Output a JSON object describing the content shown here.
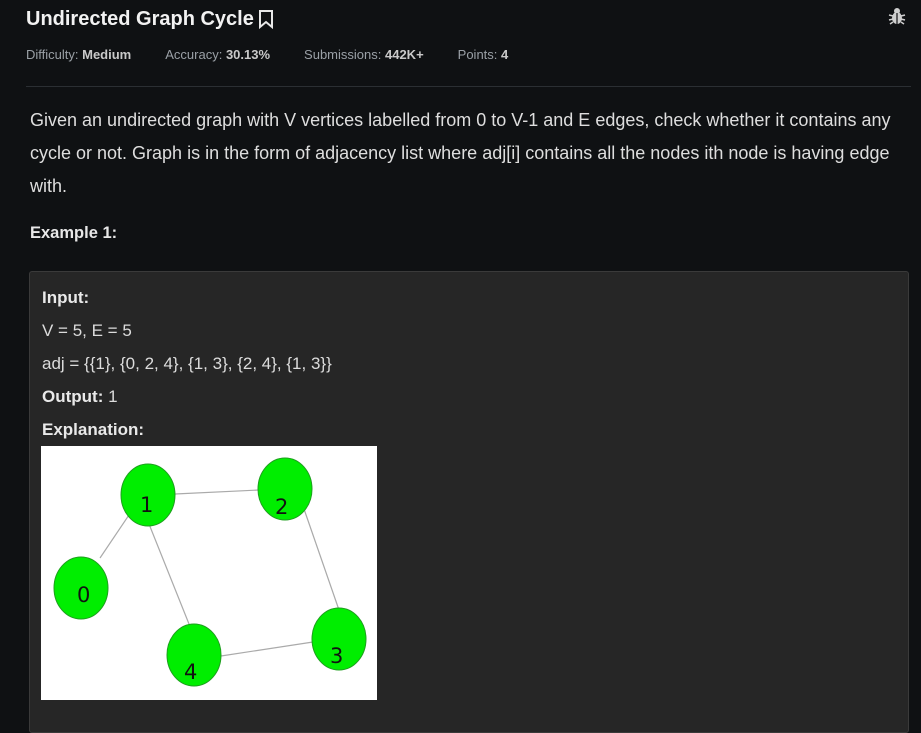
{
  "header": {
    "title": "Undirected Graph Cycle",
    "bookmark_icon": "bookmark-icon",
    "report_icon": "bug-icon"
  },
  "meta": {
    "difficulty_label": "Difficulty:",
    "difficulty_value": "Medium",
    "accuracy_label": "Accuracy:",
    "accuracy_value": "30.13%",
    "submissions_label": "Submissions:",
    "submissions_value": "442K+",
    "points_label": "Points:",
    "points_value": "4"
  },
  "problem": {
    "description": "Given an undirected graph with V vertices labelled from 0 to V-1 and E edges, check whether it contains any cycle or not. Graph is in the form of adjacency list where adj[i] contains all the nodes ith node is having edge with.",
    "example_title": "Example 1:"
  },
  "example": {
    "input_label": "Input:",
    "line1": "V = 5, E = 5",
    "line2": "adj = {{1}, {0, 2, 4}, {1, 3}, {2, 4}, {1, 3}}",
    "output_label": "Output:",
    "output_value": " 1",
    "explanation_label": "Explanation:"
  },
  "graph": {
    "node_color": "#00ee00",
    "nodes": [
      "0",
      "1",
      "2",
      "3",
      "4"
    ]
  }
}
